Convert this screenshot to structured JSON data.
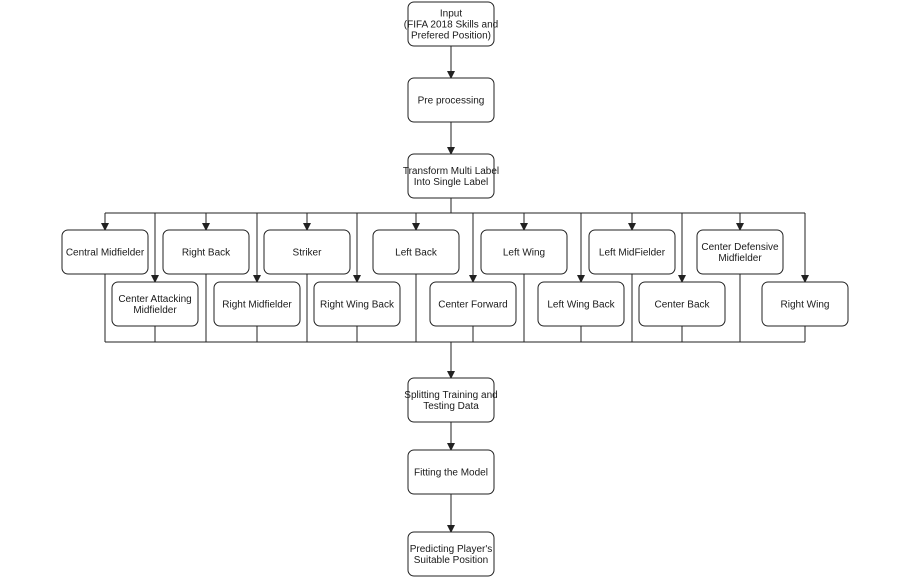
{
  "nodes": {
    "input": [
      "Input",
      "(FIFA 2018 Skills and",
      "Prefered Position)"
    ],
    "preprocessing": [
      "Pre processing"
    ],
    "transform": [
      "Transform Multi Label",
      "Into Single Label"
    ],
    "central_midfielder": [
      "Central Midfielder"
    ],
    "right_back": [
      "Right Back"
    ],
    "striker": [
      "Striker"
    ],
    "left_back": [
      "Left Back"
    ],
    "left_wing": [
      "Left Wing"
    ],
    "left_midfielder": [
      "Left MidFielder"
    ],
    "center_defensive_midfielder": [
      "Center Defensive",
      "Midfielder"
    ],
    "center_attacking_midfielder": [
      "Center Attacking",
      "Midfielder"
    ],
    "right_midfielder": [
      "Right Midfielder"
    ],
    "right_wing_back": [
      "Right Wing Back"
    ],
    "center_forward": [
      "Center Forward"
    ],
    "left_wing_back": [
      "Left Wing Back"
    ],
    "center_back": [
      "Center Back"
    ],
    "right_wing": [
      "Right Wing"
    ],
    "splitting": [
      "Splitting Training and",
      "Testing Data"
    ],
    "fitting": [
      "Fitting the Model"
    ],
    "predicting": [
      "Predicting Player's",
      "Suitable Position"
    ]
  }
}
